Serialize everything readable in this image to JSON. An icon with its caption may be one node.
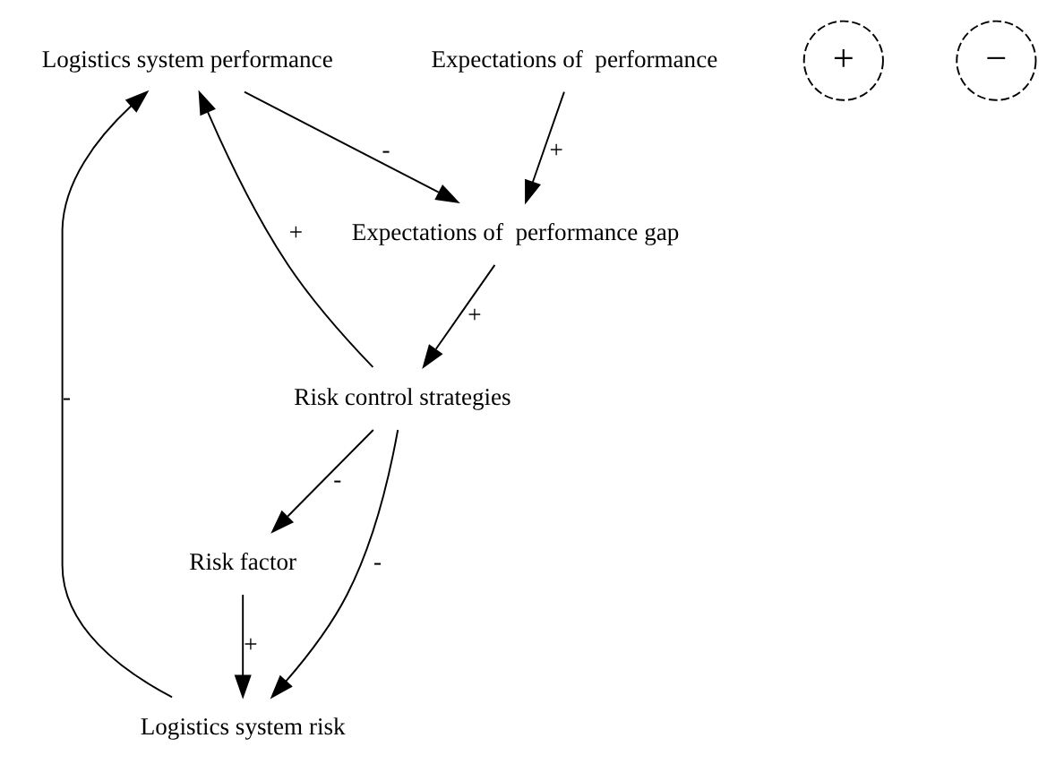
{
  "diagram": {
    "nodes": [
      {
        "text": [
          "Logistics system performance"
        ]
      },
      {
        "text": [
          "Expectations of  performance"
        ]
      },
      {
        "text": [
          "Logistics system risk"
        ]
      },
      {
        "text": [
          "Expectations of  performance gap"
        ]
      },
      {
        "text": [
          "Risk factor"
        ]
      },
      {
        "text": [
          "Risk control strategies"
        ]
      }
    ],
    "edges": [
      {
        "from": 2,
        "to": 0,
        "arrow": "to",
        "label": "-"
      },
      {
        "from": 0,
        "to": 3,
        "arrow": "to",
        "label": "-"
      },
      {
        "from": 1,
        "to": 3,
        "arrow": "to",
        "label": "+"
      },
      {
        "from": 3,
        "to": 5,
        "arrow": "to",
        "label": "+"
      },
      {
        "from": 5,
        "to": 0,
        "arrow": "to",
        "label": "+"
      },
      {
        "from": 4,
        "to": 2,
        "arrow": "to",
        "label": "+"
      },
      {
        "from": 5,
        "to": 2,
        "arrow": "to",
        "label": "-"
      },
      {
        "from": 5,
        "to": 4,
        "arrow": "to",
        "label": "-"
      }
    ],
    "labels": [
      "+",
      "−"
    ]
  }
}
